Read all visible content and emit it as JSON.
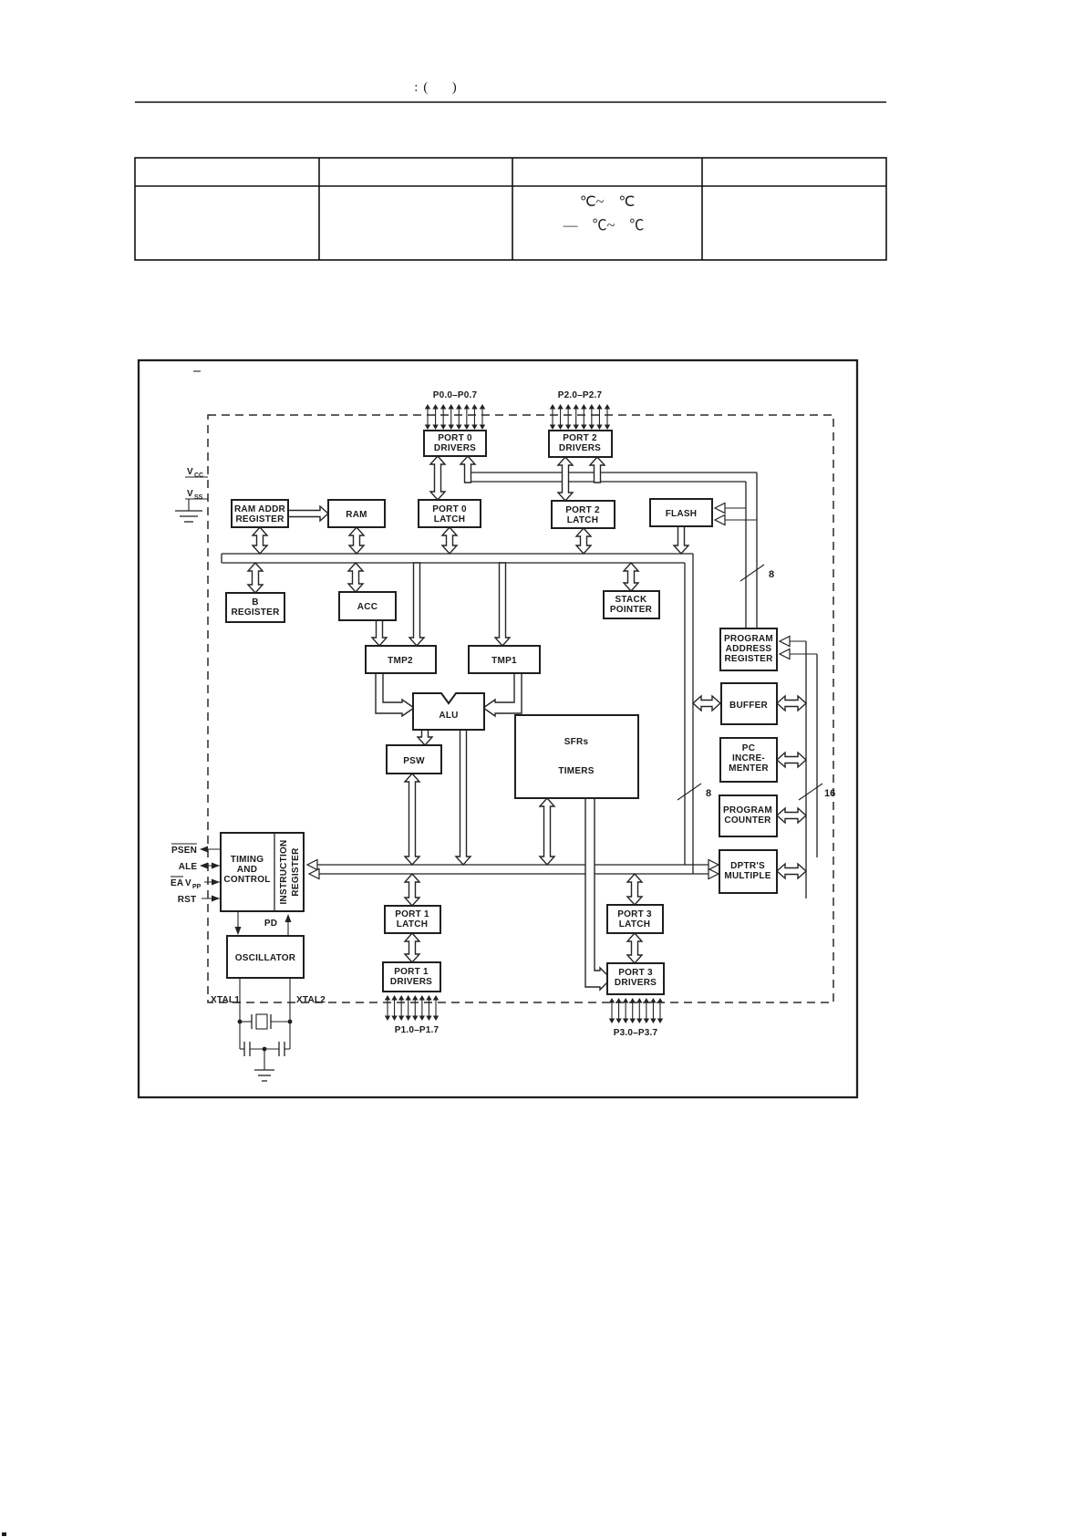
{
  "page": {
    "title": ": ( 　 )"
  },
  "table": {
    "temp_line1": "℃~　℃",
    "temp_line2": "—　℃~　℃"
  },
  "diagram": {
    "ports": {
      "p0": "P0.0–P0.7",
      "p1": "P1.0–P1.7",
      "p2": "P2.0–P2.7",
      "p3": "P3.0–P3.7"
    },
    "nodes": {
      "port0_drivers": [
        "PORT 0",
        "DRIVERS"
      ],
      "port2_drivers": [
        "PORT 2",
        "DRIVERS"
      ],
      "ram_addr_register": [
        "RAM ADDR",
        "REGISTER"
      ],
      "ram": [
        "RAM"
      ],
      "port0_latch": [
        "PORT 0",
        "LATCH"
      ],
      "port2_latch": [
        "PORT 2",
        "LATCH"
      ],
      "flash": [
        "FLASH"
      ],
      "b_register": [
        "B",
        "REGISTER"
      ],
      "acc": [
        "ACC"
      ],
      "stack_pointer": [
        "STACK",
        "POINTER"
      ],
      "tmp2": [
        "TMP2"
      ],
      "tmp1": [
        "TMP1"
      ],
      "alu": [
        "ALU"
      ],
      "psw": [
        "PSW"
      ],
      "sfrs_timers": [
        "SFRs",
        "TIMERS"
      ],
      "program_address_register": [
        "PROGRAM",
        "ADDRESS",
        "REGISTER"
      ],
      "buffer": [
        "BUFFER"
      ],
      "pc_incrementer": [
        "PC",
        "INCRE-",
        "MENTER"
      ],
      "program_counter": [
        "PROGRAM",
        "COUNTER"
      ],
      "dptrs_multiple": [
        "DPTR'S",
        "MULTIPLE"
      ],
      "timing_and_control": [
        "TIMING",
        "AND",
        "CONTROL"
      ],
      "instruction_register": [
        "INSTRUCTION",
        "REGISTER"
      ],
      "oscillator": [
        "OSCILLATOR"
      ],
      "port1_latch": [
        "PORT 1",
        "LATCH"
      ],
      "port1_drivers": [
        "PORT 1",
        "DRIVERS"
      ],
      "port3_latch": [
        "PORT 3",
        "LATCH"
      ],
      "port3_drivers": [
        "PORT 3",
        "DRIVERS"
      ]
    },
    "signals": {
      "vcc_main": "V",
      "vcc_sub": "CC",
      "vss_main": "V",
      "vss_sub": "SS",
      "psen": "PSEN",
      "ale": "ALE",
      "ea_main": "EA",
      "ea_v": "V",
      "ea_sub": "PP",
      "rst": "RST",
      "pd": "PD",
      "xtal1": "XTAL1",
      "xtal2": "XTAL2"
    },
    "bus_widths": {
      "flash_addr": "8",
      "data_bus": "8",
      "addr_bus": "16"
    }
  }
}
